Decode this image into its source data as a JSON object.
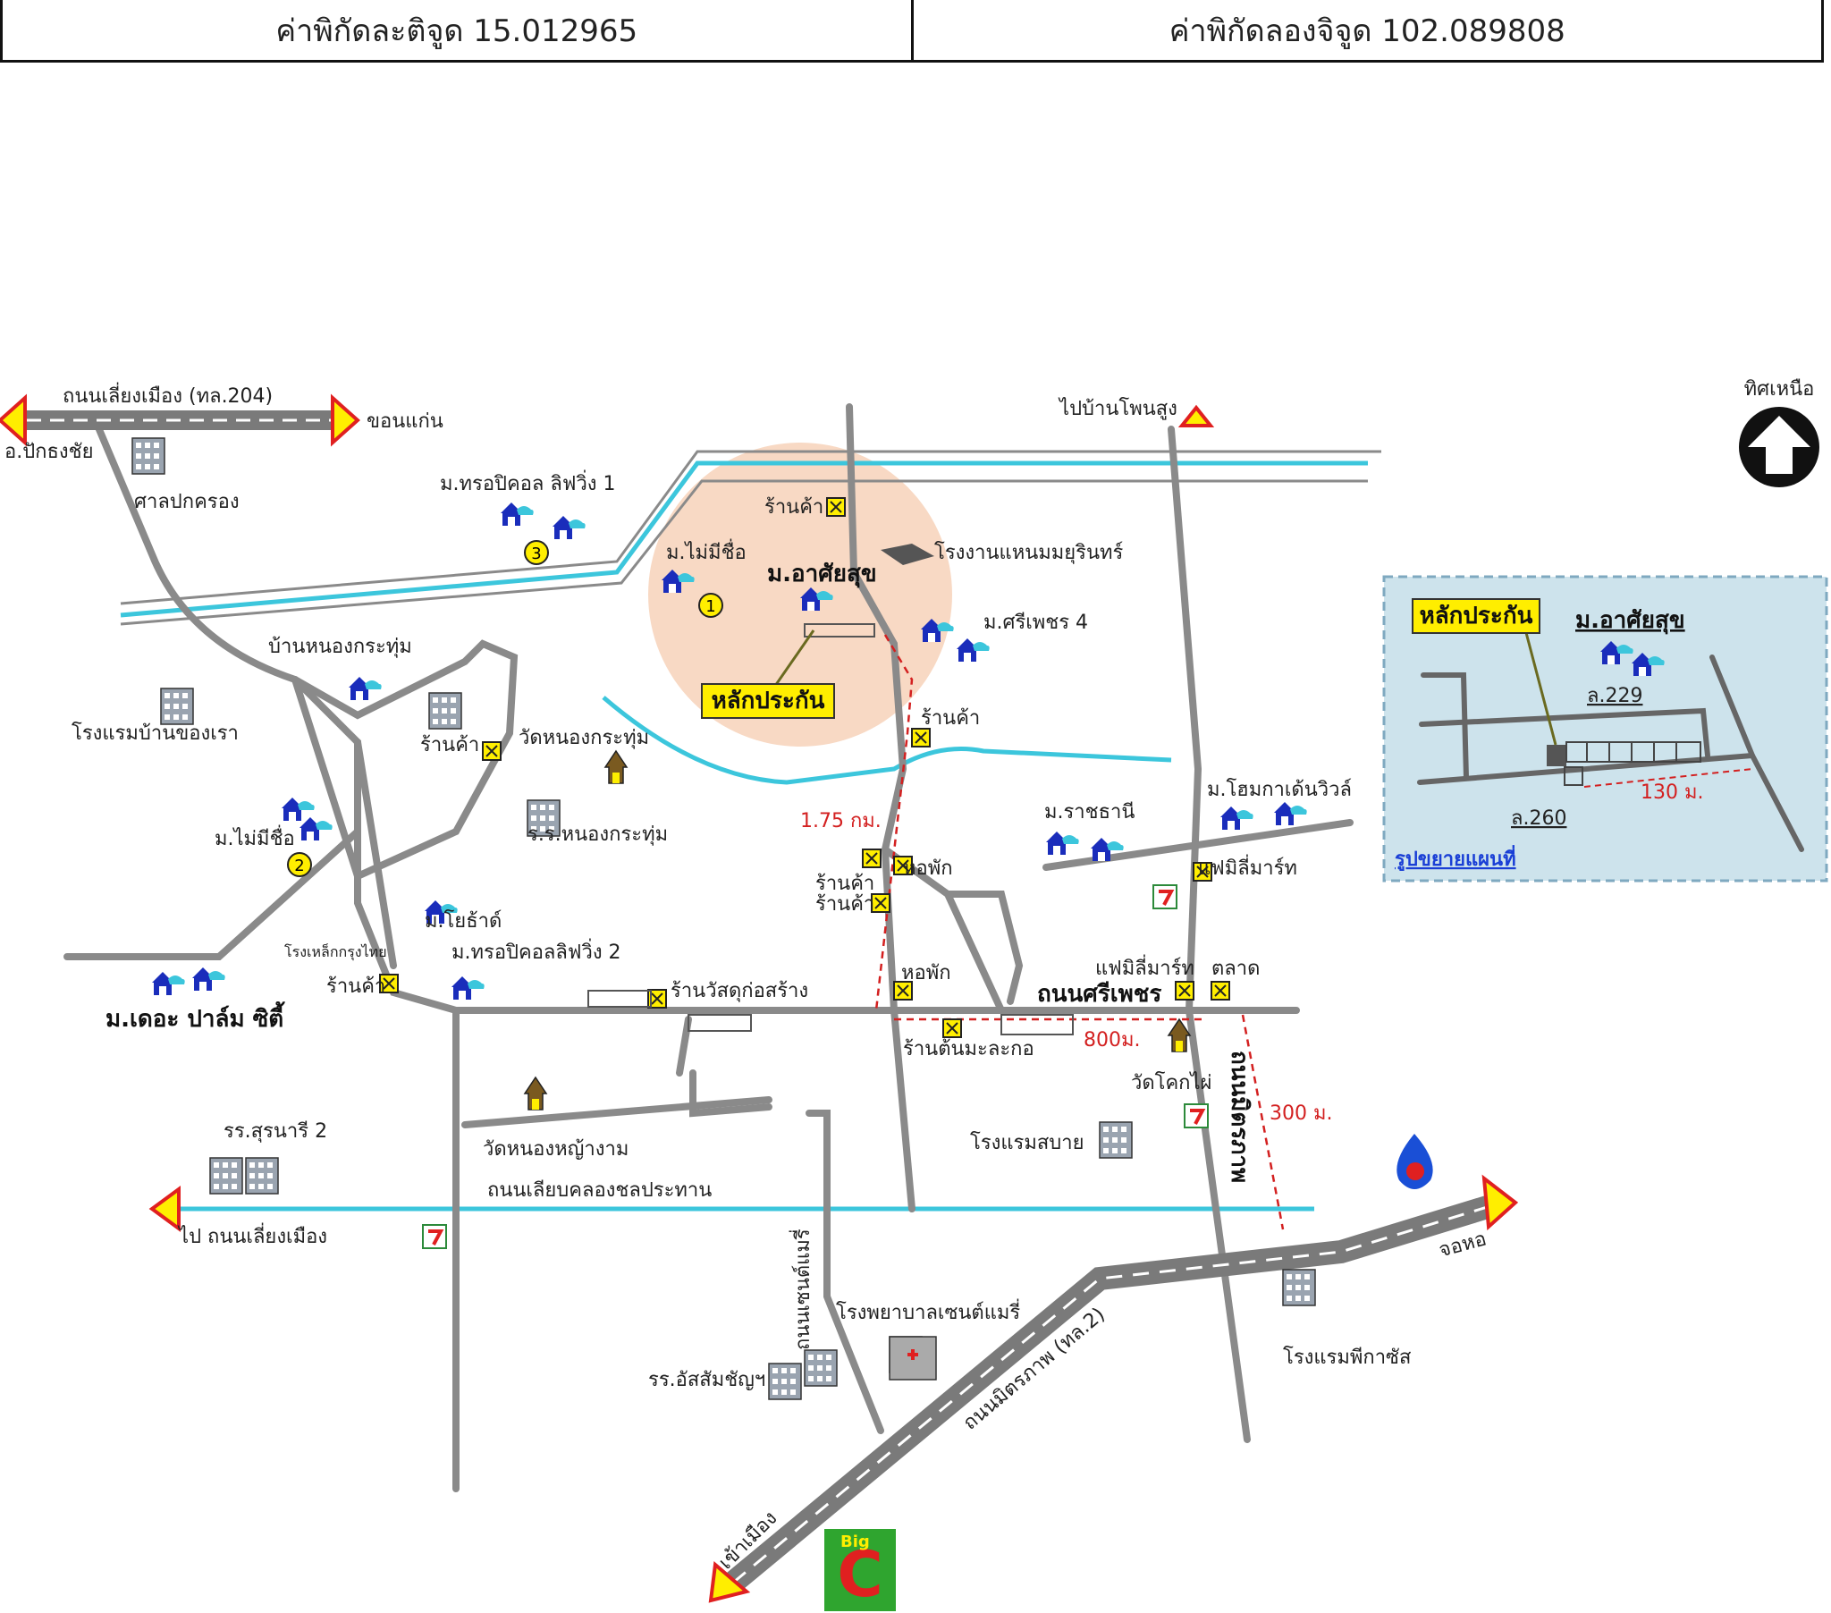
{
  "coordinates": {
    "latitude": "ค่าพิกัดละติจูด 15.012965",
    "longitude": "ค่าพิกัดลองจิจูด 102.089808"
  },
  "compass": {
    "label": "ทิศเหนือ"
  },
  "roads": {
    "loop_road": "ถนนเลี่ยงเมือง (ทล.204)",
    "khon_kaen": "ขอนแก่น",
    "pak_thong_chai": "อ.ปักธงชัย",
    "to_ban_pho_sung": "ไปบ้านโพนสูง",
    "si_phet_road": "ถนนศรีเพชร",
    "kham_road": "ถนนมิตรภาพ (ทล.2)",
    "canal_road": "ถนนเลียบคลองชลประทาน",
    "to_loop_road": "ไป ถนนเลี่ยงเมือง",
    "jo_ho": "จอหอ",
    "into_city": "เข้าเมือง",
    "saint_mary_road": "ถนนเซนต์แมรี่",
    "vertical_road": "ถนนมิตรภาพ"
  },
  "places": {
    "sala": "ศาลปกครอง",
    "trop_1": "ม.ทรอปิคอล ลิฟวิ่ง 1",
    "mai_mi_chue_top": "ม.ไม่มีชื่อ",
    "asai_suk": "ม.อาศัยสุข",
    "factory": "โรงงานแหนมมยุรินทร์",
    "sriphet4": "ม.ศรีเพชร 4",
    "nong_kra_thum_village": "บ้านหนองกระทุ่ม",
    "hotel_ban_khong_rao": "โรงแรมบ้านของเรา",
    "shop": "ร้านค้า",
    "wat_nong_kra_thum": "วัดหนองกระทุ่ม",
    "school_nong_kra_thum": "ร.ร.หนองกระทุ่ม",
    "mai_mi_chue_2": "ม.ไม่มีชื่อ",
    "yothin": "ม.โยธ้าด์",
    "steel_factory": "โรงเหล็กกรุงไทย",
    "trop_2": "ม.ทรอปิคอลลิฟวิ่ง 2",
    "the_palm": "ม.เดอะ ปาล์ม ซิตี้",
    "material_shop": "ร้านวัสดุก่อสร้าง",
    "dormitory": "หอพัก",
    "ratchathani": "ม.ราชธานี",
    "homeland": "ม.โฮมกาเด้นวิวล์",
    "family_mart": "แฟมิลี่มาร์ท",
    "market": "ตลาด",
    "ton_ma_la_kor": "ร้านต้นมะละกอ",
    "wat_khok_mai": "วัดโคกไผ่",
    "hotel_sabai": "โรงแรมสบาย",
    "suranaree_school": "รร.สุรนารี 2",
    "wat_nong_ya_ngam": "วัดหนองหญ้างาม",
    "assumption": "รร.อัสสัมชัญฯ",
    "st_mary_hospital": "โรงพยาบาลเซนต์แมรี่",
    "pegasus_hotel": "โรงแรมพีกาซัส",
    "collateral": "หลักประกัน"
  },
  "markers": {
    "one": "1",
    "two": "2",
    "three": "3"
  },
  "distances": {
    "d175": "1.75 กม.",
    "d800": "800ม.",
    "d300": "300 ม."
  },
  "inset": {
    "collateral": "หลักประกัน",
    "asai_suk": "ม.อาศัยสุข",
    "lot229": "ล.229",
    "lot260": "ล.260",
    "d130": "130 ม.",
    "caption": "รูปขยายแผนที่"
  },
  "logos": {
    "big_c": "Big"
  },
  "colors": {
    "canal": "#3cc6dc",
    "road": "#8a8a8a",
    "highway": "#7a7a7a",
    "house": "#1a2dbb",
    "highlight": "#f8d9c4",
    "inset_bg": "#cde3ec",
    "label_box": "#ffee00",
    "distance": "#d32020"
  }
}
